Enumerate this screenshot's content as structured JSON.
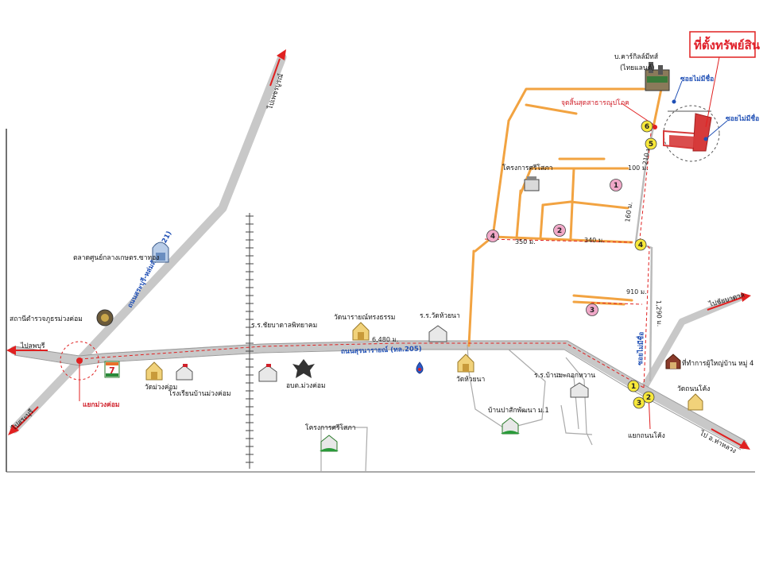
{
  "title": "ที่ตั้งทรัพย์สิน",
  "colors": {
    "main_road": "#c8c8c8",
    "local_road": "#f2a341",
    "marker_yellow": "#f7e83a",
    "marker_pink": "#f0a8c8",
    "property_red": "#d63a3a",
    "label_blue": "#1f4fb5",
    "label_red": "#d0202a",
    "arrow_red": "#e02020"
  },
  "roads": {
    "main_highway": "ถนนสุรนารายณ์ (ทล.205)",
    "north_highway": "ถนนสระบุรี-หล่มสัก (ทล.21)",
    "soi": "ซอยไม่มีชื่อ"
  },
  "directions": {
    "to_lopburi": "ไปลพบุรี",
    "to_saraburi": "ไปสระบุรี",
    "to_phetchabun": "ไปเพชรบูรณ์",
    "to_chaibadan": "ไปชัยบาดาล",
    "to_tha_luang": "ไป อ.ท่าหลวง"
  },
  "places": {
    "market": "ตลาดศูนย์กลางเกษตร.ซาทอง",
    "police": "สถานีตำรวจภูธรม่วงค่อม",
    "intersection_west": "แยกม่วงค่อม",
    "wat_muang_khom": "วัดม่วงค่อม",
    "school_muang_khom": "โรงเรียนบ้านม่วงค่อม",
    "school_chaibadan": "ร.ร.ชัยบาดาลพิทยาคม",
    "obt": "อบต.ม่วงค่อม",
    "wat_phon": "วัดนารายณ์ทรงธรรม",
    "school_wat_huai": "ร.ร.วัดห้วยนา",
    "wat_huai": "วัดห้วยนา",
    "project_south": "โครงการศรีโสภา",
    "ban_pa": "บ้านปาสักพัฒนา ม.1",
    "school_ban_nong": "ร.ร.บ้านมะกอกหวาน",
    "project_north": "โครงการศรีโสภา",
    "village_head": "ที่ทำการผู้ใหญ่บ้าน หมู่ 4",
    "wat_thanon": "วัดถนนโค้ง",
    "intersection_east": "แยกถนนโค้ง",
    "company": "บ.คาร์กิลล์มีทส์",
    "company2": "(ไทยแลนด์)",
    "start_point": "จุดสิ้นสุดสาธารณูปโภค",
    "soi_north": "ซอยไม่มีชื่อ",
    "soi_east": "ซอยไม่มีชื่อ"
  },
  "distances": {
    "main": "6,480 ม.",
    "d350": "350 ม.",
    "d340": "340 ม.",
    "d910": "910 ม.",
    "d1290": "1,290 ม.",
    "d160": "160 ม.",
    "d100": "100 ม.",
    "d210": "210 ม."
  },
  "markers_yellow": [
    "1",
    "2",
    "3",
    "4",
    "5",
    "6"
  ],
  "markers_pink": [
    "1",
    "2",
    "3",
    "4"
  ],
  "icons": {
    "seven_eleven": "7"
  }
}
